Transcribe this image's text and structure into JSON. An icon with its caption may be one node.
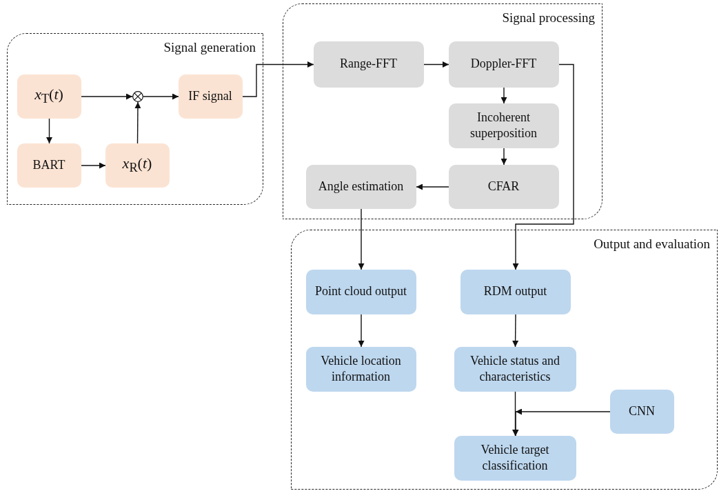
{
  "diagram": {
    "nodes": [
      {
        "text": [
          "Signal generation"
        ]
      },
      {
        "text": [
          "*x*$_{T}$(*t*)"
        ],
        "in": 0
      },
      {
        "text": [
          "BART"
        ],
        "in": 0
      },
      {
        "text": [
          "*x*$_{R}$(*t*)"
        ],
        "in": 0
      },
      {
        "text": [],
        "shape": "circle",
        "in": 0
      },
      {
        "text": [
          "IF signal"
        ],
        "in": 0
      },
      {
        "text": [
          "Signal processing"
        ]
      },
      {
        "text": [
          "Range-FFT"
        ],
        "in": 6
      },
      {
        "text": [
          "Doppler-FFT"
        ],
        "in": 6
      },
      {
        "text": [
          "Incoherent superposition"
        ],
        "in": 6
      },
      {
        "text": [
          "CFAR"
        ],
        "in": 6
      },
      {
        "text": [
          "Angle estimation"
        ],
        "in": 6
      },
      {
        "text": [
          "Output and evaluation"
        ]
      },
      {
        "text": [
          "Point cloud output"
        ],
        "in": 12
      },
      {
        "text": [
          "Vehicle location information"
        ],
        "in": 12
      },
      {
        "text": [
          "RDM output"
        ],
        "in": 12
      },
      {
        "text": [
          "Vehicle status and characteristics"
        ],
        "in": 12
      },
      {
        "text": [
          "CNN"
        ],
        "in": 12
      },
      {
        "text": [
          "Vehicle target classification"
        ],
        "in": 12
      }
    ],
    "edges": [
      {
        "from": 1,
        "to": 4,
        "arrow": "to"
      },
      {
        "from": 1,
        "to": 2,
        "arrow": "to"
      },
      {
        "from": 2,
        "to": 3,
        "arrow": "to"
      },
      {
        "from": 3,
        "to": 4,
        "arrow": "to"
      },
      {
        "from": 4,
        "to": 5,
        "arrow": "to"
      },
      {
        "from": 5,
        "to": 7,
        "arrow": "to"
      },
      {
        "from": 7,
        "to": 8,
        "arrow": "to"
      },
      {
        "from": 8,
        "to": 9,
        "arrow": "to"
      },
      {
        "from": 9,
        "to": 10,
        "arrow": "to"
      },
      {
        "from": 10,
        "to": 11,
        "arrow": "to"
      },
      {
        "from": 11,
        "to": 13,
        "arrow": "to"
      },
      {
        "from": 8,
        "to": 15,
        "arrow": "to"
      },
      {
        "from": 13,
        "to": 14,
        "arrow": "to"
      },
      {
        "from": 15,
        "to": 16,
        "arrow": "to"
      },
      {
        "from": 16,
        "to": 18,
        "arrow": "to"
      },
      {
        "from": 17,
        "to": 18,
        "arrow": "to"
      }
    ]
  }
}
